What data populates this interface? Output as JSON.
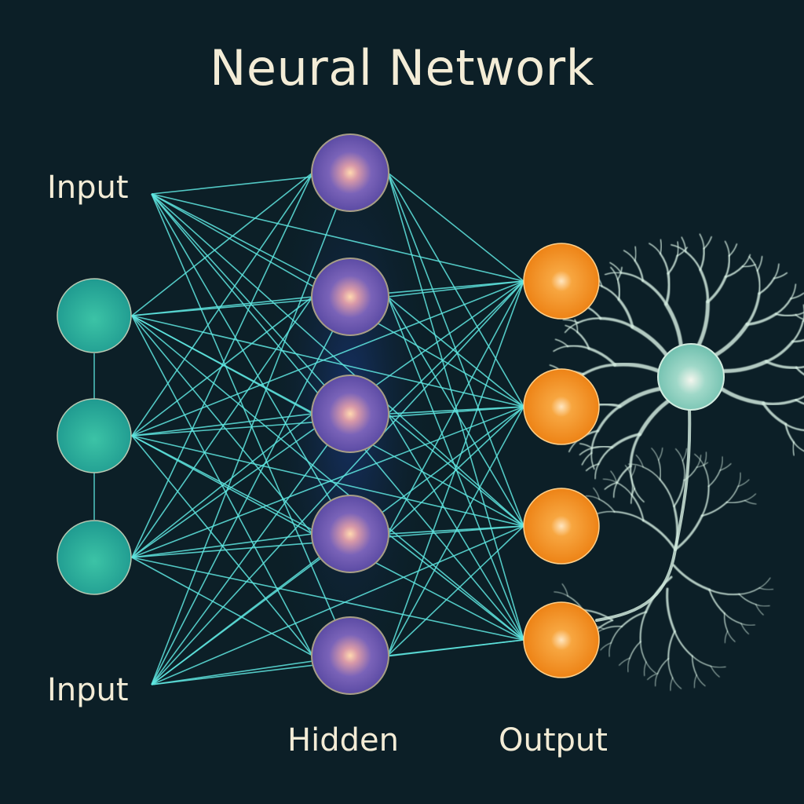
{
  "title": "Neural Network",
  "labels": {
    "input_top": "Input",
    "input_bottom": "Input",
    "hidden": "Hidden",
    "output": "Output"
  },
  "colors": {
    "background": "#0c1f27",
    "input_node": "#2aa595",
    "hidden_node": "#5a50a8",
    "output_node": "#f08a1a",
    "connection": "#5fe6e0",
    "neuron": "#8ad0c0",
    "text": "#f3ecd6"
  },
  "layers": {
    "input": {
      "name": "Input",
      "node_count": 3
    },
    "hidden": {
      "name": "Hidden",
      "node_count": 5
    },
    "output": {
      "name": "Output",
      "node_count": 4
    }
  },
  "neuron_illustration": {
    "type": "biological-neuron"
  }
}
